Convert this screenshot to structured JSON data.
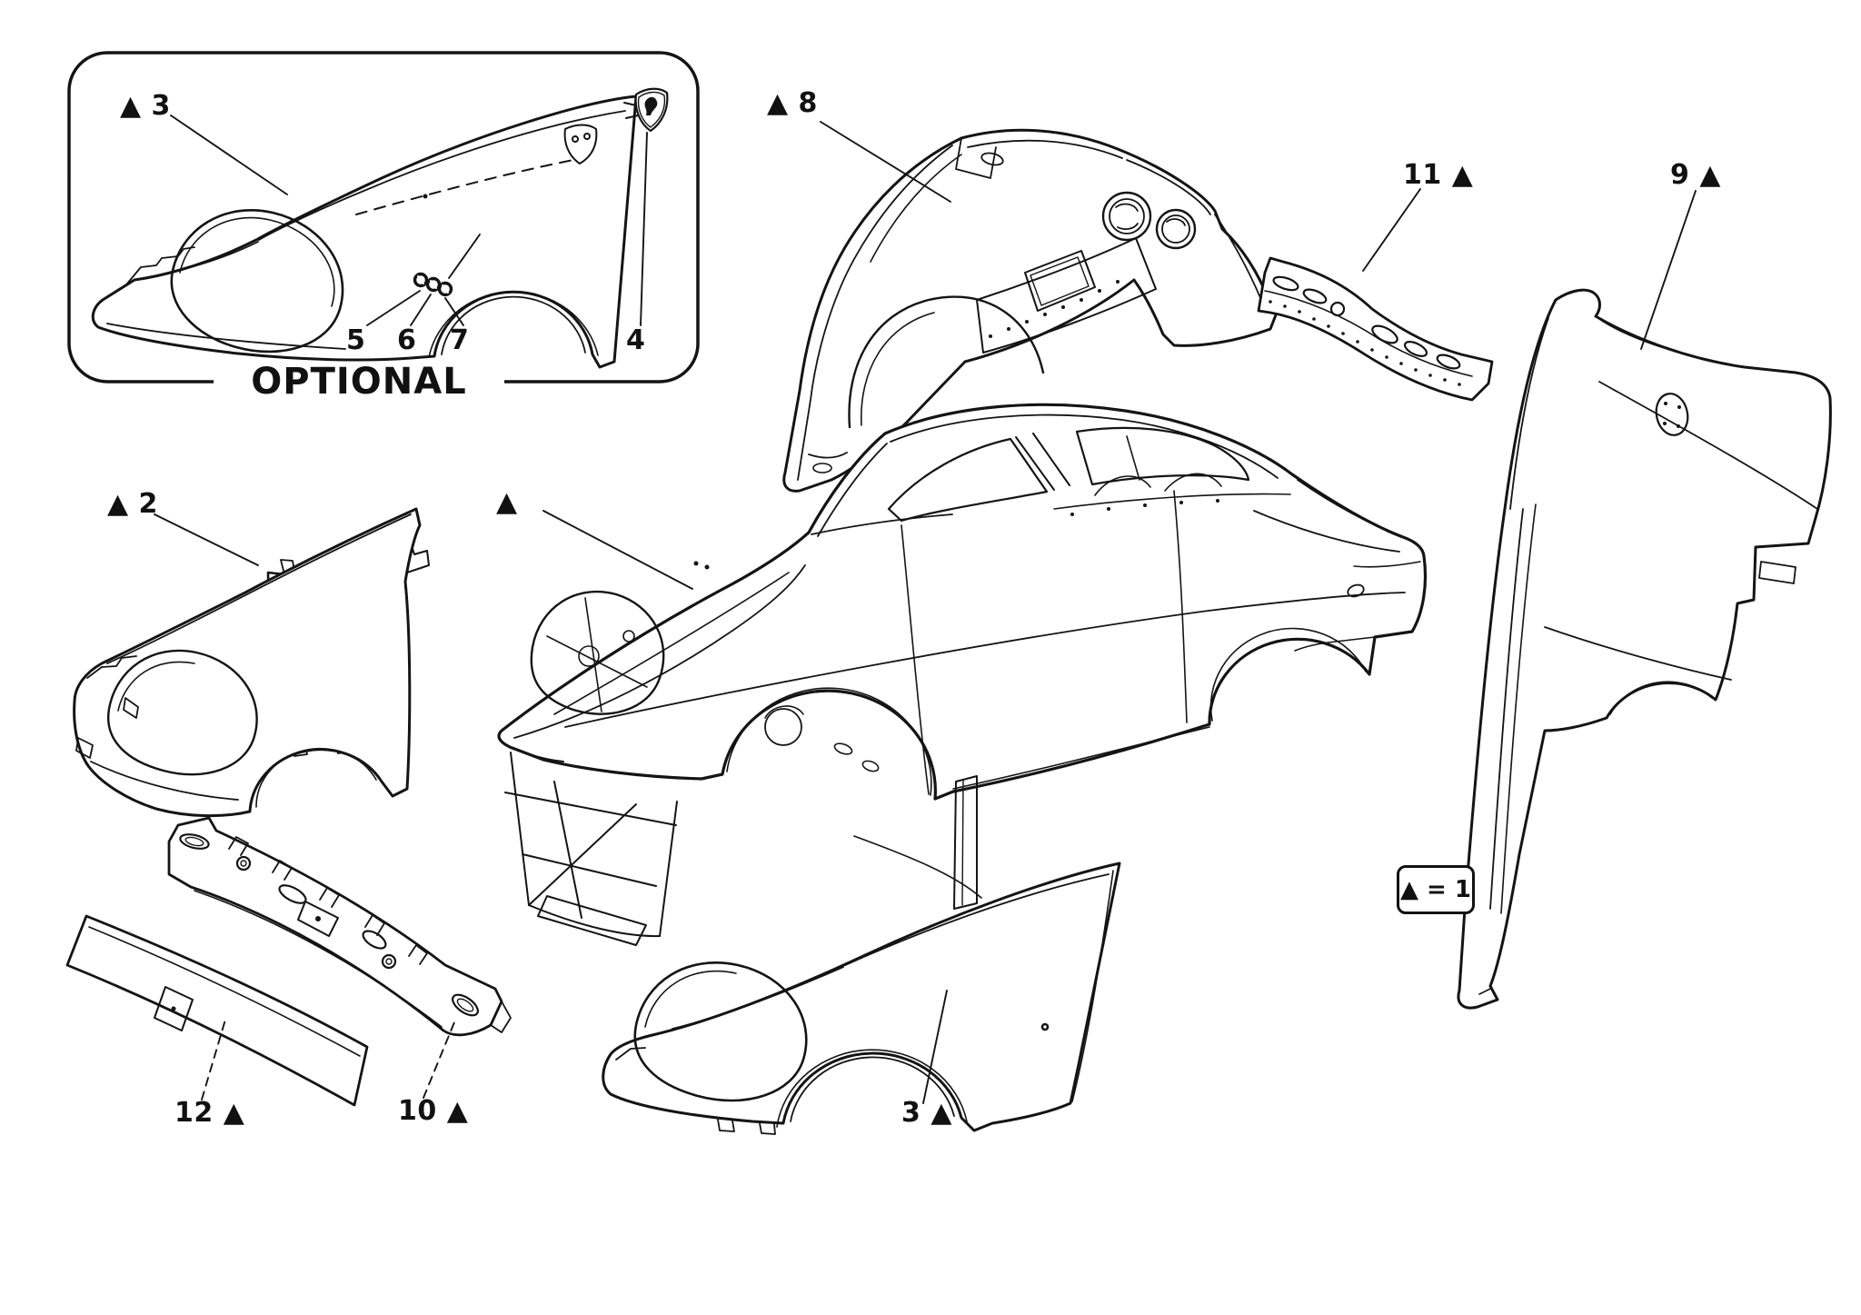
{
  "page": {
    "background_color": "#ffffff",
    "line_color": "#141414"
  },
  "inset": {
    "caption": "OPTIONAL",
    "callouts": {
      "fender": "▲ 3",
      "clip_left": "5",
      "clip_middle": "6",
      "clip_right": "7",
      "badge": "4"
    }
  },
  "callouts": {
    "front_fender_assembly": "▲ 2",
    "body_shell": "▲",
    "rear_inner_quarter": "▲ 8",
    "rear_crossmember": "11 ▲",
    "rear_quarter_panel": "9 ▲",
    "windshield_lower_trim": "12 ▲",
    "cowl_crossmember": "10 ▲",
    "front_fender": "3 ▲"
  },
  "legend": {
    "label": "▲ = 1"
  },
  "symbols": {
    "quantity_marker": "▲"
  }
}
